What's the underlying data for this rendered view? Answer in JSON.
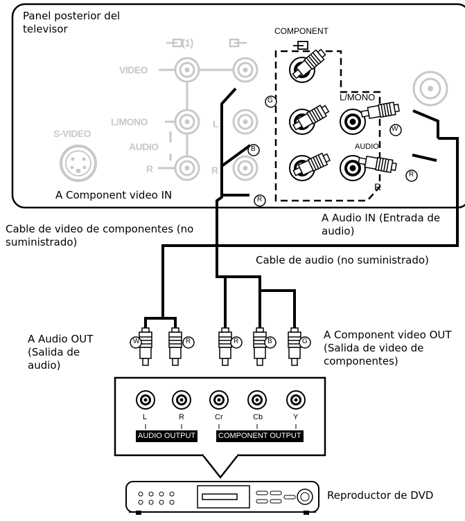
{
  "tv_panel": {
    "title": "Panel posterior del televisor",
    "input_1_label": "(1)",
    "component_label": "COMPONENT",
    "video_label": "VIDEO",
    "lmono_label": "L/MONO",
    "l_label": "L",
    "audio_label": "AUDIO",
    "r_label": "R",
    "r_label_2": "R",
    "svideo_label": "S-VIDEO",
    "component_in_caption": "A Component video IN",
    "audio_lmono_label": "L/MONO",
    "audio_label_2": "AUDIO",
    "audio_r_label": "R",
    "plug_g": "G",
    "plug_b": "B",
    "plug_r": "R",
    "plug_w": "W",
    "plug_r2": "R"
  },
  "captions": {
    "audio_in": "A Audio IN (Entrada de audio)",
    "component_cable": "Cable de video de componentes (no suministrado)",
    "audio_cable": "Cable de audio (no suministrado)",
    "audio_out": "A Audio OUT (Salida de audio)",
    "component_out": "A Component video OUT (Salida de video de componentes)",
    "dvd_player": "Reproductor de DVD"
  },
  "dvd_panel": {
    "jack_l": "L",
    "jack_r": "R",
    "jack_cr": "Cr",
    "jack_cb": "Cb",
    "jack_y": "Y",
    "audio_output": "AUDIO OUTPUT",
    "component_output": "COMPONENT OUTPUT",
    "plug_w": "W",
    "plug_r": "R",
    "plug_r2": "R",
    "plug_b": "B",
    "plug_g": "G"
  }
}
